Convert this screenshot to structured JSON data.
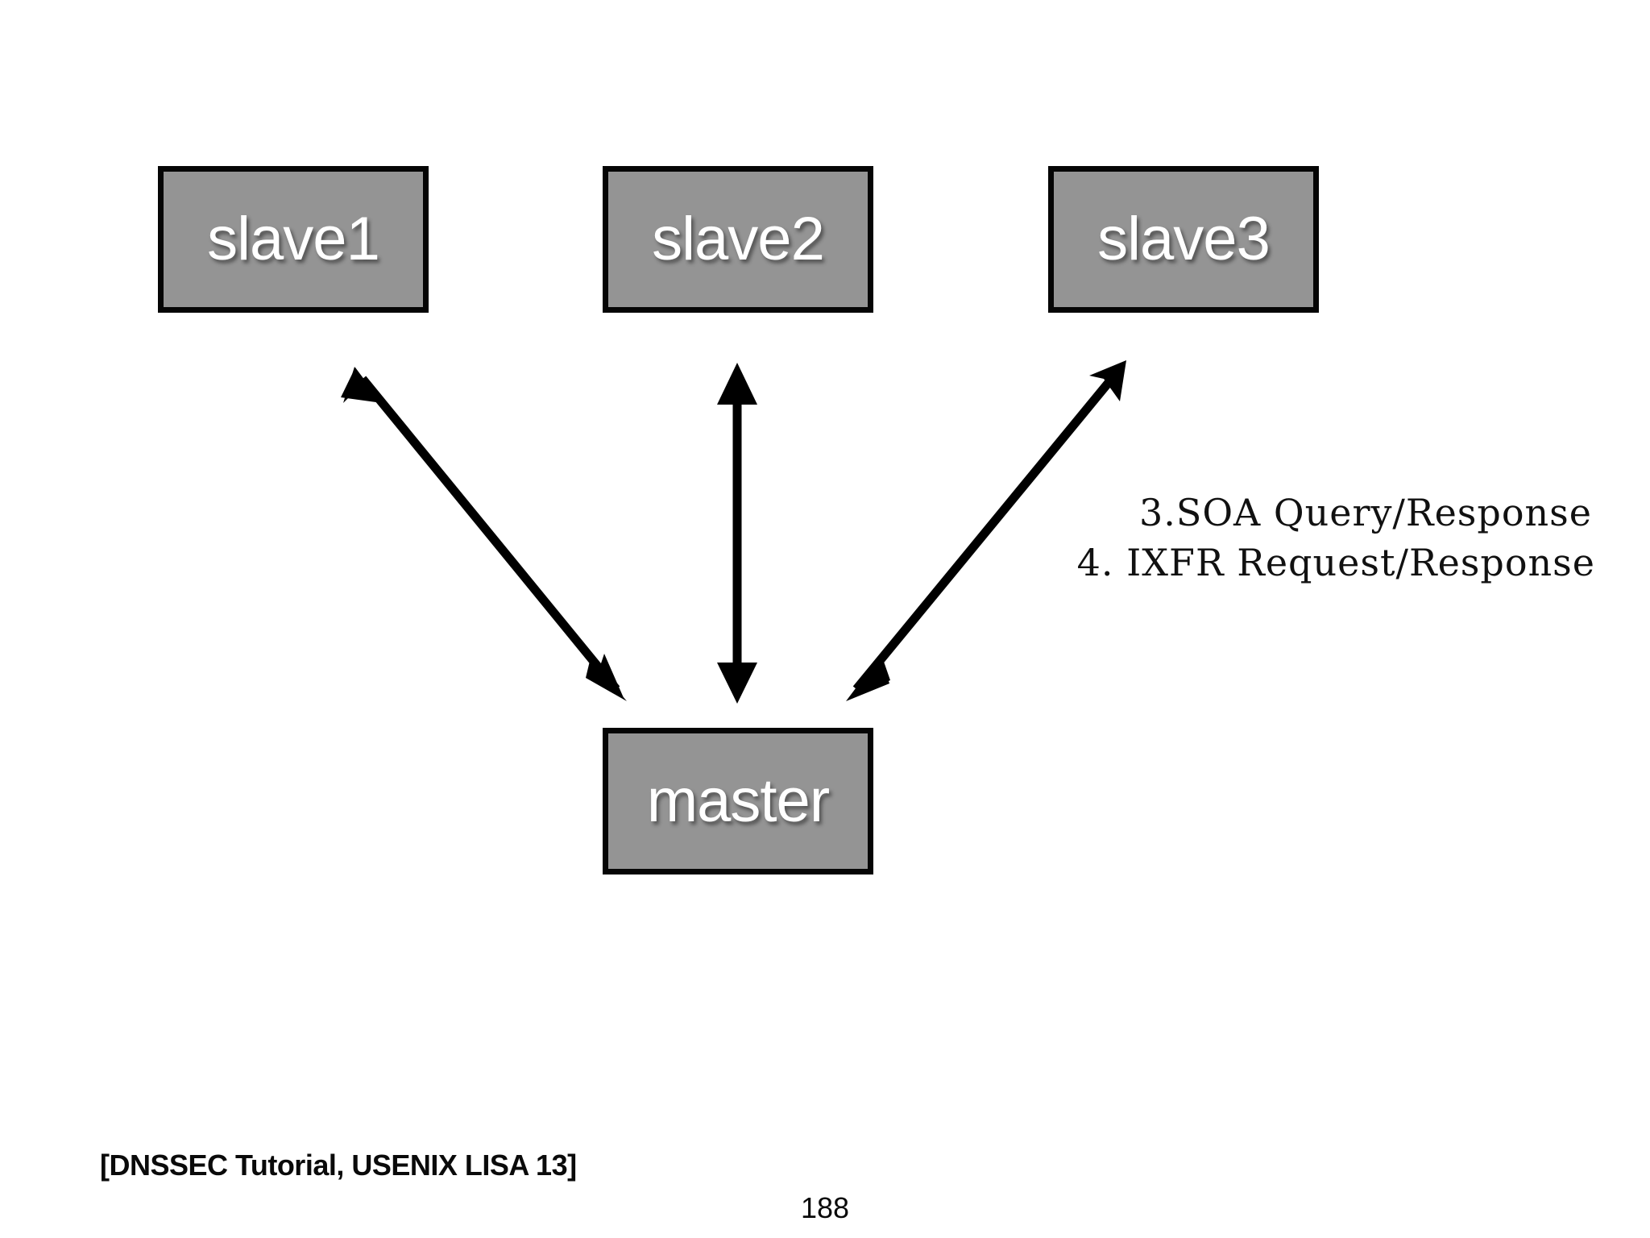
{
  "slide": {
    "background_color": "#ffffff",
    "page_number": "188",
    "source_citation": "[DNSSEC Tutorial, USENIX LISA 13]"
  },
  "diagram": {
    "type": "node-link",
    "node_fill_color": "#949494",
    "node_border_color": "#000000",
    "node_label_color": "#ffffff",
    "arrow_color": "#000000",
    "nodes": [
      {
        "id": "slave1",
        "label": "slave1",
        "role": "slave"
      },
      {
        "id": "slave2",
        "label": "slave2",
        "role": "slave"
      },
      {
        "id": "slave3",
        "label": "slave3",
        "role": "slave"
      },
      {
        "id": "master",
        "label": "master",
        "role": "master"
      }
    ],
    "edges": [
      {
        "from": "master",
        "to": "slave1",
        "style": "double-headed-arrow"
      },
      {
        "from": "master",
        "to": "slave2",
        "style": "double-headed-arrow"
      },
      {
        "from": "master",
        "to": "slave3",
        "style": "double-headed-arrow"
      }
    ],
    "annotation": {
      "line1": "3.SOA Query/Response",
      "line2": "4. IXFR Request/Response"
    }
  }
}
